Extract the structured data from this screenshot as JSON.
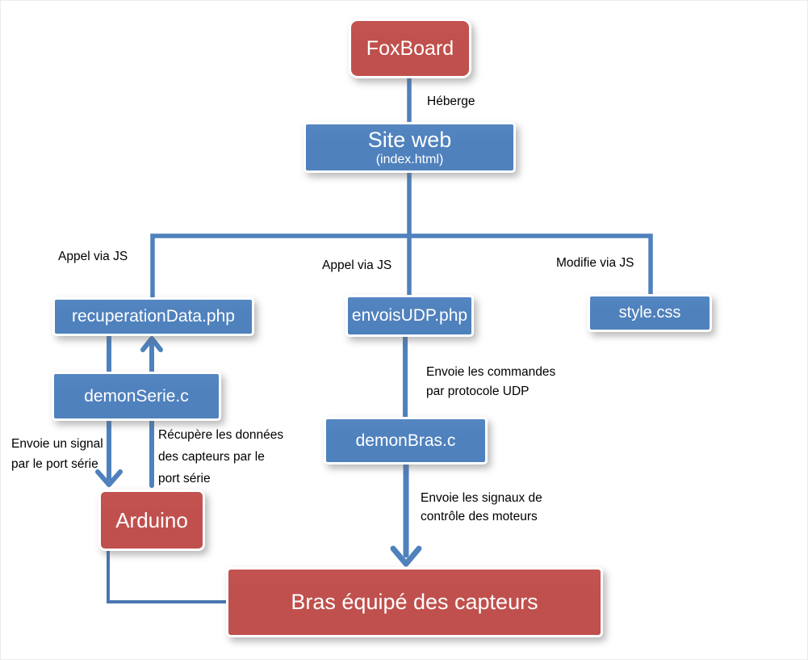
{
  "diagram": {
    "nodes": {
      "foxboard": {
        "label": "FoxBoard",
        "color": "red"
      },
      "siteweb": {
        "label": "Site web",
        "sublabel": "(index.html)",
        "color": "blue"
      },
      "recuperationdata": {
        "label": "recuperationData.php",
        "color": "blue"
      },
      "envoisudp": {
        "label": "envoisUDP.php",
        "color": "blue"
      },
      "stylecss": {
        "label": "style.css",
        "color": "blue"
      },
      "demonserie": {
        "label": "demonSerie.c",
        "color": "blue"
      },
      "demonbras": {
        "label": "demonBras.c",
        "color": "blue"
      },
      "arduino": {
        "label": "Arduino",
        "color": "red"
      },
      "bras": {
        "label": "Bras équipé des capteurs",
        "color": "red"
      }
    },
    "edge_labels": {
      "heberge": "Héberge",
      "appel_left": "Appel via JS",
      "appel_center": "Appel via JS",
      "modifie": "Modifie via JS",
      "udp": "Envoie les commandes\npar protocole UDP",
      "signal": "Envoie un signal\npar le port série",
      "recupere": "Récupère les données\ndes capteurs par le\nport série",
      "moteurs": "Envoie les signaux de\ncontrôle des moteurs"
    },
    "colors": {
      "box_red": "#c0504d",
      "box_blue": "#4f81bd",
      "line_blue": "#4f81bd",
      "line_blue_dark": "#4876b1",
      "label_color": "#000000",
      "node_text": "#ffffff"
    }
  }
}
